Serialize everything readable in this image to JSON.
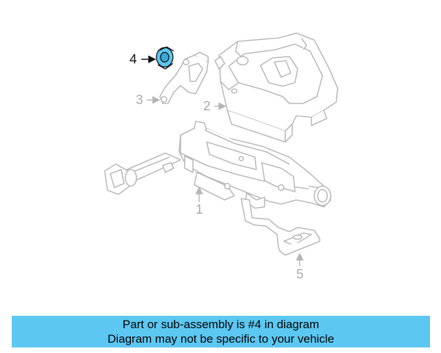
{
  "callouts": {
    "c1": "1",
    "c2": "2",
    "c3": "3",
    "c4": "4",
    "c5": "5"
  },
  "highlight_color": "#5cc8f2",
  "banner": {
    "line1": "Part or sub-assembly is #4 in diagram",
    "line2": "Diagram may not be specific to your vehicle"
  }
}
